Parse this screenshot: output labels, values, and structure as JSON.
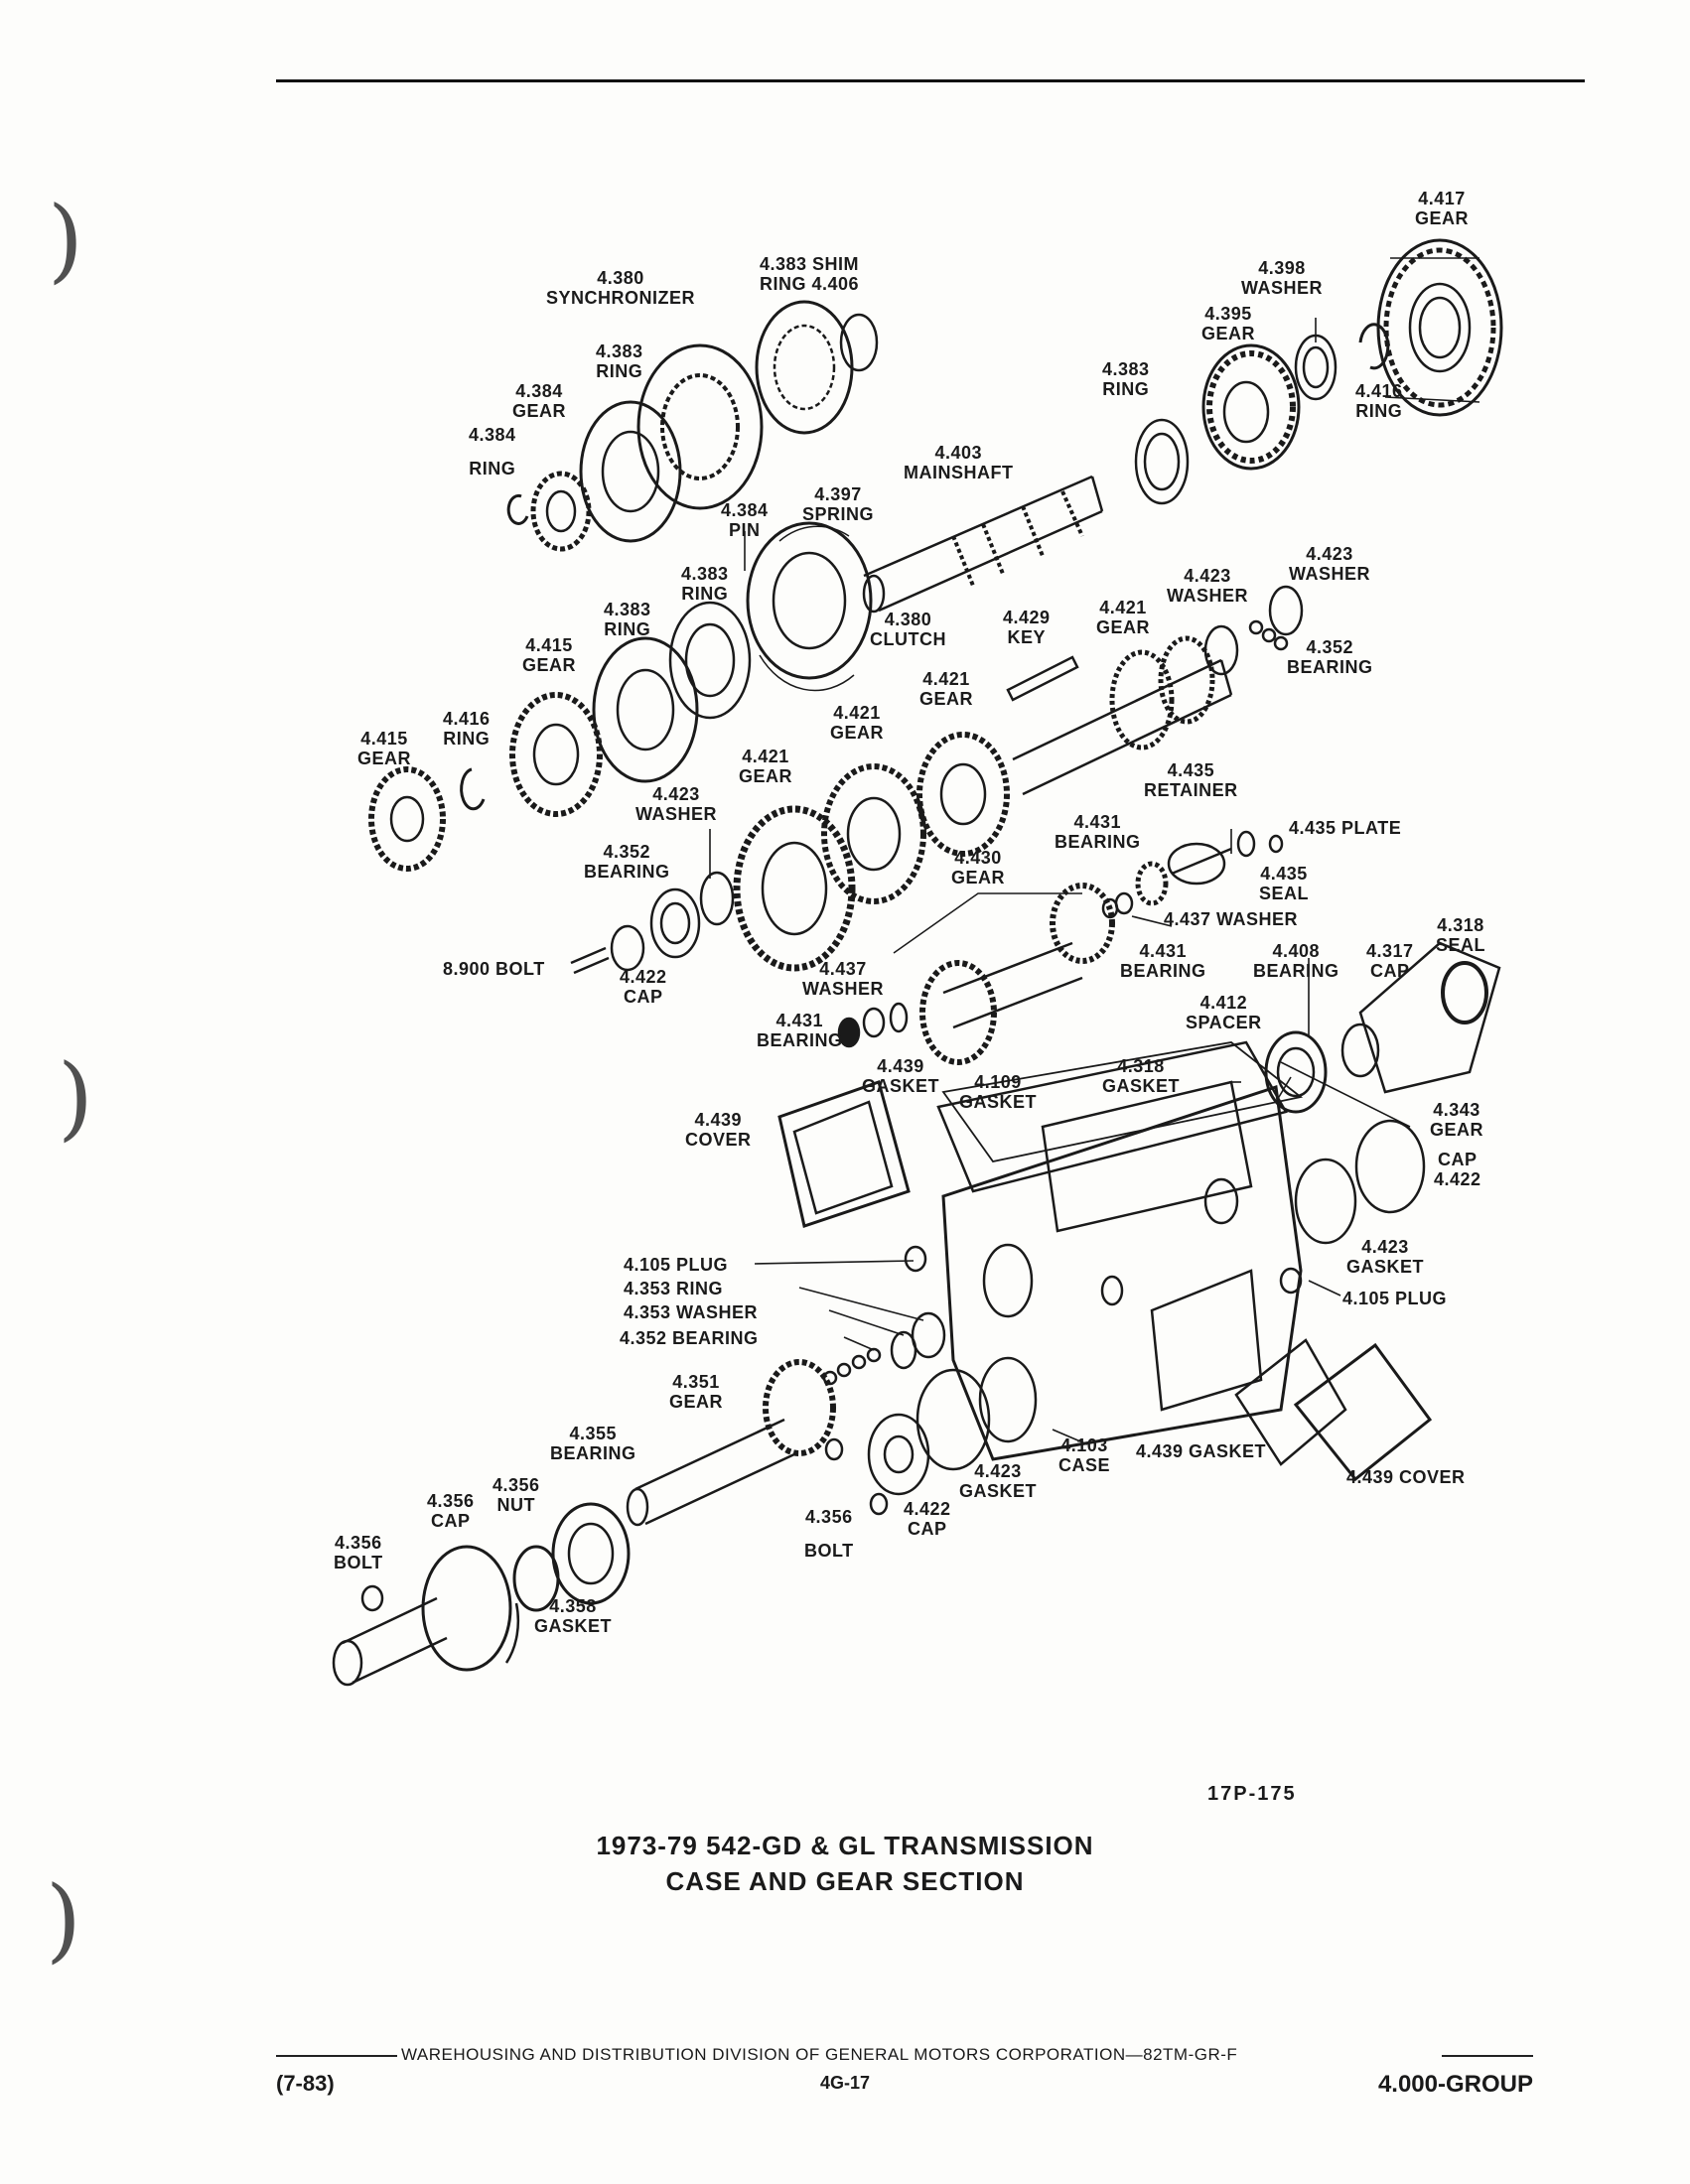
{
  "labels": {
    "gear_4417": [
      "4.417",
      "GEAR"
    ],
    "synch_4380": [
      "4.380",
      "SYNCHRONIZER"
    ],
    "shim_4383": [
      "4.383 SHIM",
      "RING 4.406"
    ],
    "washer_4398": [
      "4.398",
      "WASHER"
    ],
    "gear_4395": [
      "4.395",
      "GEAR"
    ],
    "ring_4383_top": [
      "4.383",
      "RING"
    ],
    "ring_4383_right": [
      "4.383",
      "RING"
    ],
    "ring_4416_top": [
      "4.416",
      "RING"
    ],
    "gear_4384": [
      "4.384",
      "GEAR"
    ],
    "ring_4384": [
      "4.384",
      "RING"
    ],
    "mainshaft_4403": [
      "4.403",
      "MAINSHAFT"
    ],
    "pin_4384": [
      "4.384",
      "PIN"
    ],
    "spring_4397": [
      "4.397",
      "SPRING"
    ],
    "washer_4423_top": [
      "4.423",
      "WASHER"
    ],
    "washer_4423_mid": [
      "4.423",
      "WASHER"
    ],
    "ring_4383_mid": [
      "4.383",
      "RING"
    ],
    "ring_4383_left": [
      "4.383",
      "RING"
    ],
    "clutch_4380": [
      "4.380",
      "CLUTCH"
    ],
    "key_4429": [
      "4.429",
      "KEY"
    ],
    "gear_4421_a": [
      "4.421",
      "GEAR"
    ],
    "bearing_4352_top": [
      "4.352",
      "BEARING"
    ],
    "gear_4415_a": [
      "4.415",
      "GEAR"
    ],
    "gear_4421_b": [
      "4.421",
      "GEAR"
    ],
    "gear_4421_c": [
      "4.421",
      "GEAR"
    ],
    "ring_4416_left": [
      "4.416",
      "RING"
    ],
    "gear_4415_b": [
      "4.415",
      "GEAR"
    ],
    "gear_4421_d": [
      "4.421",
      "GEAR"
    ],
    "retainer_4435": [
      "4.435",
      "RETAINER"
    ],
    "washer_4423_low": [
      "4.423",
      "WASHER"
    ],
    "bearing_4431_a": [
      "4.431",
      "BEARING"
    ],
    "plate_4435": [
      "4.435 PLATE"
    ],
    "seal_4435": [
      "4.435",
      "SEAL"
    ],
    "gear_4430": [
      "4.430",
      "GEAR"
    ],
    "bearing_4352_left": [
      "4.352",
      "BEARING"
    ],
    "washer_4437_r": [
      "4.437 WASHER"
    ],
    "seal_4318": [
      "4.318",
      "SEAL"
    ],
    "bearing_4408": [
      "4.408",
      "BEARING"
    ],
    "cap_4317": [
      "4.317",
      "CAP"
    ],
    "bolt_8900": [
      "8.900 BOLT"
    ],
    "cap_4422_left": [
      "4.422",
      "CAP"
    ],
    "washer_4437_l": [
      "4.437",
      "WASHER"
    ],
    "bearing_4431_b": [
      "4.431",
      "BEARING"
    ],
    "spacer_4412": [
      "4.412",
      "SPACER"
    ],
    "bearing_4431_c": [
      "4.431",
      "BEARING"
    ],
    "gasket_4439_top": [
      "4.439",
      "GASKET"
    ],
    "gasket_4109": [
      "4.109",
      "GASKET"
    ],
    "gasket_4318": [
      "4.318",
      "GASKET"
    ],
    "cover_4439_left": [
      "4.439",
      "COVER"
    ],
    "gear_4343": [
      "4.343",
      "GEAR"
    ],
    "cap_4422_right": [
      "CAP",
      "4.422"
    ],
    "gasket_4423_right": [
      "4.423",
      "GASKET"
    ],
    "plug_4105_left": [
      "4.105 PLUG"
    ],
    "ring_4353": [
      "4.353 RING"
    ],
    "washer_4353": [
      "4.353 WASHER"
    ],
    "bearing_4352_low": [
      "4.352 BEARING"
    ],
    "plug_4105_right": [
      "4.105 PLUG"
    ],
    "gear_4351": [
      "4.351",
      "GEAR"
    ],
    "bearing_4355": [
      "4.355",
      "BEARING"
    ],
    "case_4103": [
      "4.103",
      "CASE"
    ],
    "gasket_4439_low": [
      "4.439 GASKET"
    ],
    "nut_4356": [
      "4.356",
      "NUT"
    ],
    "cap_4356": [
      "4.356",
      "CAP"
    ],
    "gasket_4423_low": [
      "4.423",
      "GASKET"
    ],
    "cover_4439_low": [
      "4.439 COVER"
    ],
    "bolt_4356_left": [
      "4.356",
      "BOLT"
    ],
    "bolt_4356_low": [
      "4.356",
      "BOLT"
    ],
    "cap_4422_low": [
      "4.422",
      "CAP"
    ],
    "gasket_4358": [
      "4.358",
      "GASKET"
    ]
  },
  "figure_number": "17P-175",
  "caption_line1": "1973-79 542-GD & GL TRANSMISSION",
  "caption_line2": "CASE AND GEAR SECTION",
  "footer_text": "WAREHOUSING AND DISTRIBUTION  DIVISION OF GENERAL MOTORS CORPORATION—82TM-GR-F",
  "footer_date": "(7-83)",
  "footer_page": "4G-17",
  "footer_group": "4.000-GROUP"
}
